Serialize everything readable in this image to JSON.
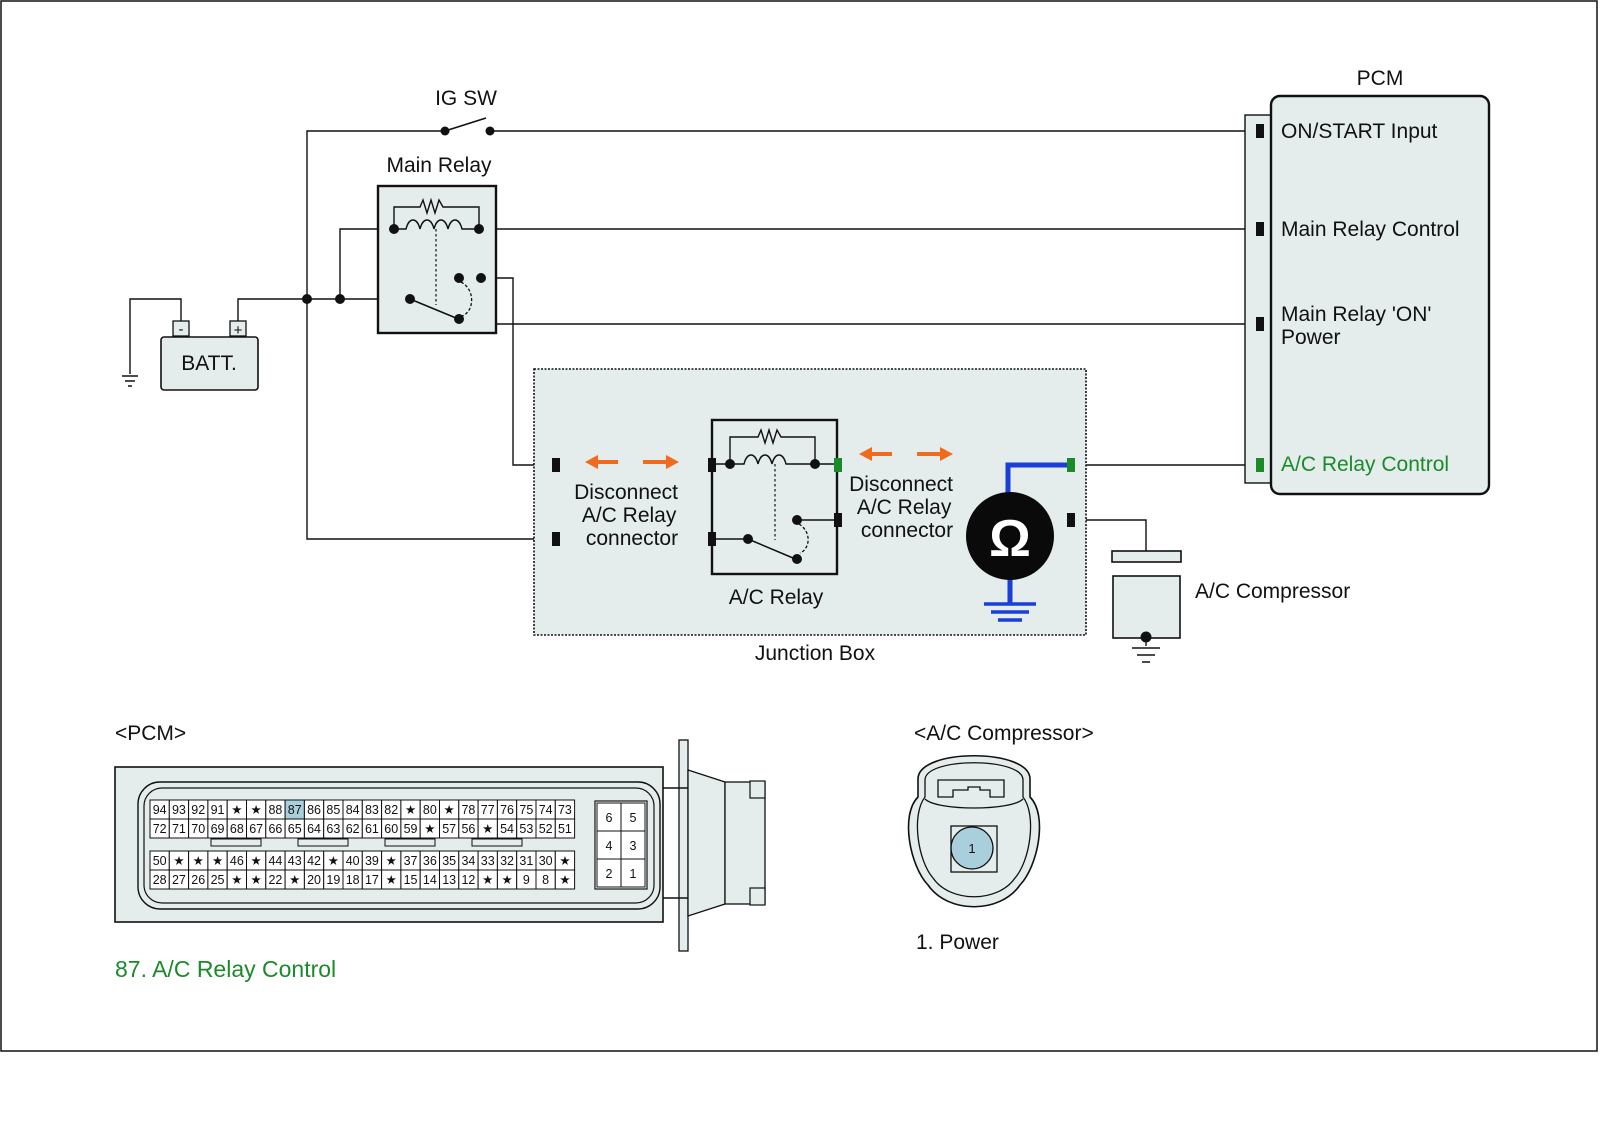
{
  "labels": {
    "ig_sw": "IG SW",
    "main_relay": "Main Relay",
    "batt": "BATT.",
    "batt_minus": "-",
    "batt_plus": "+",
    "pcm": "PCM",
    "pcm_pin_on_start": "ON/START Input",
    "pcm_pin_main_relay_control": "Main Relay Control",
    "pcm_pin_main_relay_on_power_1": "Main Relay 'ON'",
    "pcm_pin_main_relay_on_power_2": "Power",
    "pcm_pin_ac_relay_control": "A/C Relay Control",
    "disconnect_left": [
      "Disconnect",
      "A/C Relay",
      "connector"
    ],
    "disconnect_right": [
      "Disconnect",
      "A/C Relay",
      "connector"
    ],
    "ac_relay": "A/C Relay",
    "junction_box": "Junction Box",
    "ac_compressor": "A/C Compressor",
    "ohm": "Ω"
  },
  "pcm_connector": {
    "title": "<PCM>",
    "row1": [
      "94",
      "93",
      "92",
      "91",
      "★",
      "★",
      "88",
      "87",
      "86",
      "85",
      "84",
      "83",
      "82",
      "★",
      "80",
      "★",
      "78",
      "77",
      "76",
      "75",
      "74",
      "73"
    ],
    "row2": [
      "72",
      "71",
      "70",
      "69",
      "68",
      "67",
      "66",
      "65",
      "64",
      "63",
      "62",
      "61",
      "60",
      "59",
      "★",
      "57",
      "56",
      "★",
      "54",
      "53",
      "52",
      "51"
    ],
    "row3": [
      "50",
      "★",
      "★",
      "★",
      "46",
      "★",
      "44",
      "43",
      "42",
      "★",
      "40",
      "39",
      "★",
      "37",
      "36",
      "35",
      "34",
      "33",
      "32",
      "31",
      "30",
      "★"
    ],
    "row4": [
      "28",
      "27",
      "26",
      "25",
      "★",
      "★",
      "22",
      "★",
      "20",
      "19",
      "18",
      "17",
      "★",
      "15",
      "14",
      "13",
      "12",
      "★",
      "★",
      "9",
      "8",
      "★"
    ],
    "side_grid": [
      [
        "6",
        "5"
      ],
      [
        "4",
        "3"
      ],
      [
        "2",
        "1"
      ]
    ],
    "highlight_pin": "87",
    "caption": "87. A/C Relay Control"
  },
  "compressor_connector": {
    "title": "<A/C Compressor>",
    "pin": "1",
    "caption": "1. Power"
  },
  "colors": {
    "highlight_wire": "#1a8a2a",
    "meter_lead": "#1a3ed8",
    "arrow": "#f26a1b",
    "box_fill": "#e4ecec",
    "pin_highlight": "#a9cfdc",
    "caption_green": "#1a8a2a"
  }
}
